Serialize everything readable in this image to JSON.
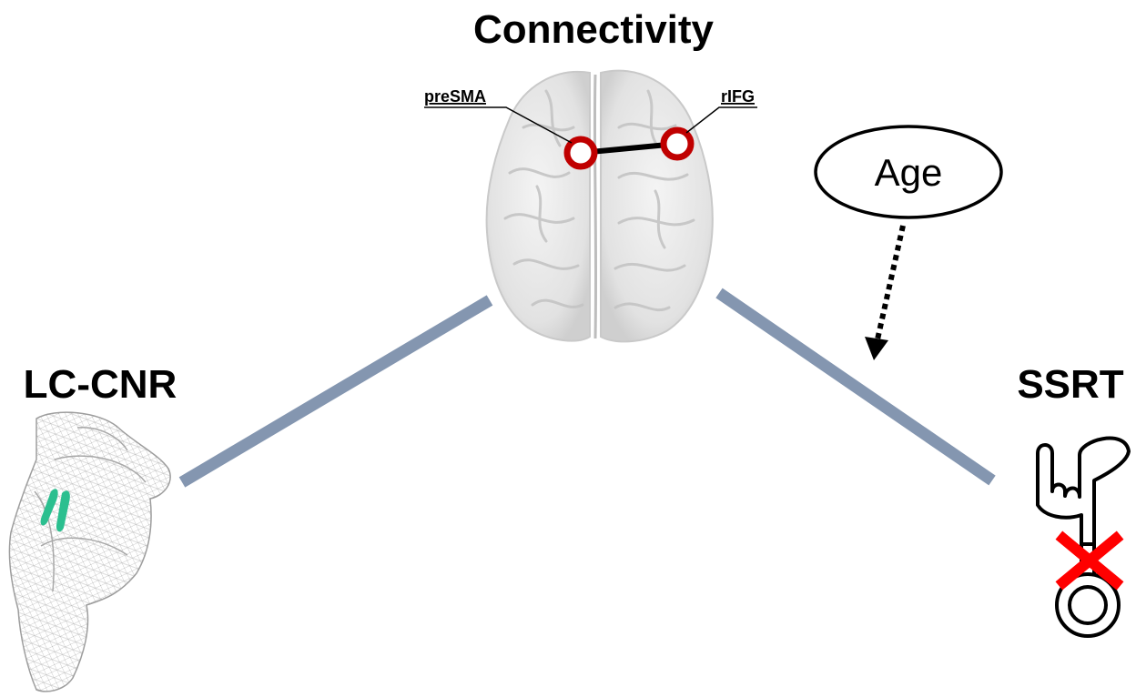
{
  "nodes": {
    "connectivity": {
      "label": "Connectivity",
      "regions": [
        {
          "name": "preSMA",
          "color": "#c00000"
        },
        {
          "name": "rIFG",
          "color": "#c00000"
        }
      ],
      "brain_color": "#e6e6e6"
    },
    "lc_cnr": {
      "label": "LC-CNR",
      "mesh_color": "#cfcfcf",
      "lc_color": "#2bbf8f"
    },
    "ssrt": {
      "label": "SSRT",
      "stop_color": "#ff0000"
    },
    "age": {
      "label": "Age"
    }
  },
  "edges": [
    {
      "from": "lc_cnr",
      "to": "connectivity",
      "style": "solid",
      "color": "#8496b0"
    },
    {
      "from": "connectivity",
      "to": "ssrt",
      "style": "solid",
      "color": "#8496b0"
    },
    {
      "from": "age",
      "to": "connectivity-ssrt-edge",
      "style": "dotted-arrow",
      "color": "#000000"
    }
  ]
}
